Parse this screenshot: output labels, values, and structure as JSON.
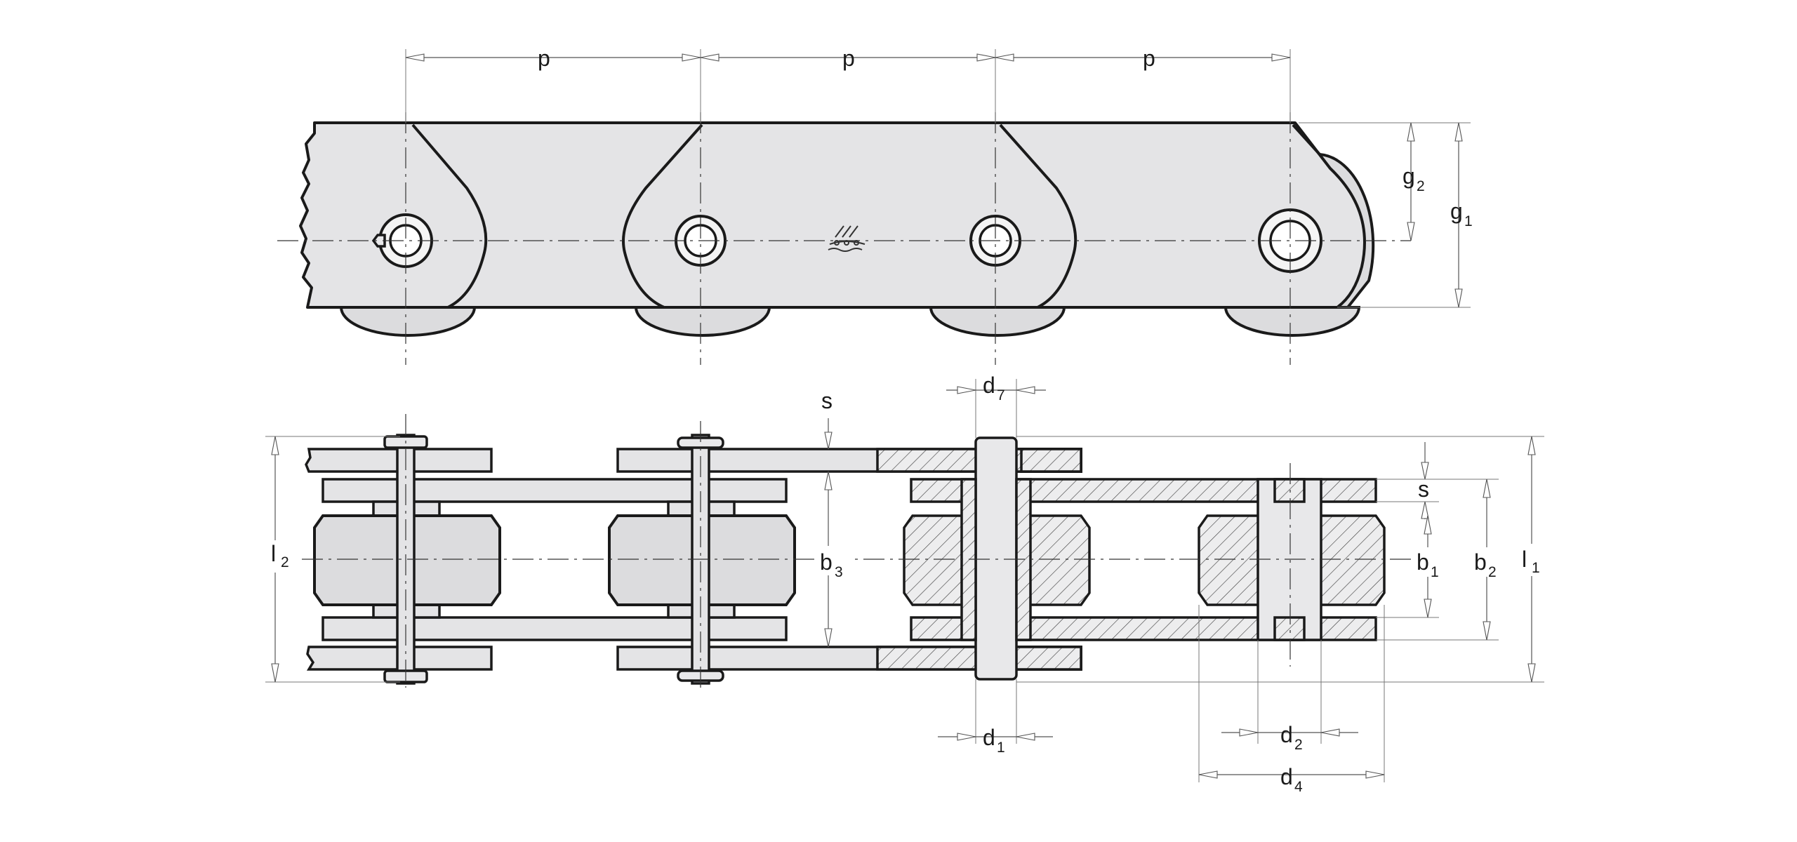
{
  "diagram": {
    "pitch_labels": [
      "p",
      "p",
      "p"
    ],
    "side_view_labels": {
      "g2": {
        "main": "g",
        "sub": "2"
      },
      "g1": {
        "main": "g",
        "sub": "1"
      }
    },
    "top_view_labels": {
      "s_top": "s",
      "s_right": "s",
      "d7": {
        "main": "d",
        "sub": "7"
      },
      "d1": {
        "main": "d",
        "sub": "1"
      },
      "d2": {
        "main": "d",
        "sub": "2"
      },
      "d4": {
        "main": "d",
        "sub": "4"
      },
      "b3": {
        "main": "b",
        "sub": "3"
      },
      "b1": {
        "main": "b",
        "sub": "1"
      },
      "b2": {
        "main": "b",
        "sub": "2"
      },
      "l1": {
        "main": "l",
        "sub": "1"
      },
      "l2": {
        "main": "l",
        "sub": "2"
      }
    }
  },
  "colors": {
    "plate_fill": "#e4e4e6",
    "outline": "#1a1a1a",
    "dimension": "#555555"
  }
}
